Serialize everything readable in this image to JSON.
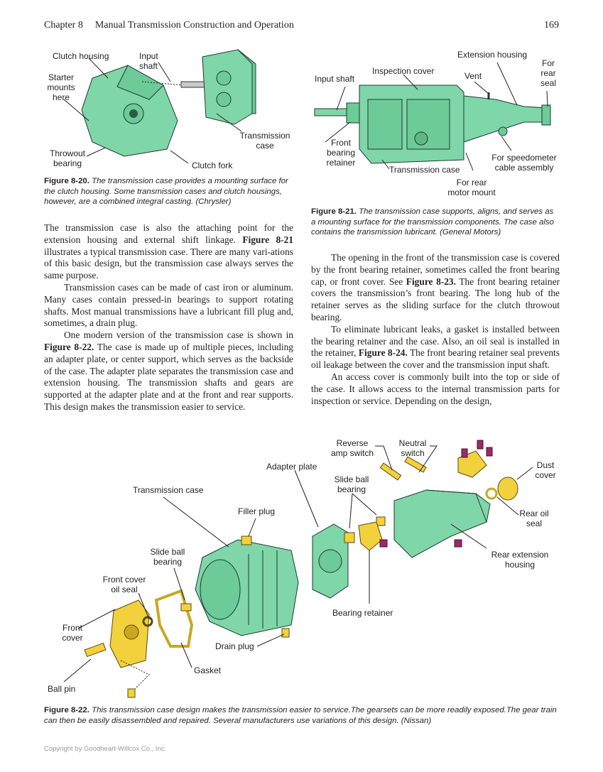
{
  "header": {
    "chapter": "Chapter 8",
    "title": "Manual Transmission Construction and Operation",
    "page": "169"
  },
  "fig20": {
    "labels": {
      "clutch_housing": "Clutch housing",
      "input_shaft": "Input\nshaft",
      "starter": "Starter\nmounts\nhere",
      "transmission_case": "Transmission\ncase",
      "throwout": "Throwout\nbearing",
      "clutch_fork": "Clutch fork"
    },
    "caption_num": "Figure 8-20.",
    "caption_text": "The transmission case provides a mounting surface for the clutch housing. Some transmission cases and clutch housings, however, are a combined integral casting. (Chrysler)"
  },
  "fig21": {
    "labels": {
      "extension_housing": "Extension housing",
      "for_rear_seal": "For\nrear\nseal",
      "inspection_cover": "Inspection cover",
      "vent": "Vent",
      "input_shaft": "Input shaft",
      "front_bearing_retainer": "Front\nbearing\nretainer",
      "for_speedometer": "For speedometer\ncable assembly",
      "transmission_case": "Transmission case",
      "for_rear_motor_mount": "For rear\nmotor mount"
    },
    "caption_num": "Figure 8-21.",
    "caption_text": "The transmission case supports, aligns, and serves as a mounting surface for the transmission components. The case also contains the transmission lubricant. (General Motors)"
  },
  "left_col": {
    "p1_a": "The transmission case is also the attaching point for the extension housing and external shift linkage. ",
    "p1_fig": "Figure 8-21",
    "p1_b": " illustrates a typical transmission case. There are many vari-ations of this basic design, but the transmission case always serves the same purpose.",
    "p2": "Transmission cases can be made of cast iron or aluminum. Many cases contain pressed-in bearings to support rotating shafts. Most manual transmissions have a lubricant fill plug and, sometimes, a drain plug.",
    "p3_a": "One modern version of the transmission case is shown in ",
    "p3_fig": "Figure 8-22.",
    "p3_b": " The case is made up of multiple pieces, including an adapter plate, or center support, which serves as the backside of the case. The adapter plate separates the transmission case and extension housing. The transmission shafts and gears are supported at the adapter plate and at the front and rear supports. This design makes the transmission easier to service."
  },
  "right_col": {
    "p1_a": "The opening in the front of the transmission case is covered by the front bearing retainer, sometimes called the front bearing cap, or front cover. See ",
    "p1_fig": "Figure 8-23.",
    "p1_b": " The front bearing retainer covers the transmission’s front bearing. The long hub of the retainer serves as the sliding surface for the clutch throwout bearing.",
    "p2_a": "To eliminate lubricant leaks, a gasket is installed between the bearing retainer and the case. Also, an oil seal is installed in the retainer, ",
    "p2_fig": "Figure 8-24.",
    "p2_b": " The front bearing retainer seal prevents oil leakage between the cover and the transmission input shaft.",
    "p3": "An access cover is commonly built into the top or side of the case. It allows access to the internal transmission parts for inspection or service. Depending on the design,"
  },
  "fig22": {
    "labels": {
      "reverse_amp_switch": "Reverse\namp switch",
      "neutral_switch": "Neutral\nswitch",
      "dust_cover": "Dust\ncover",
      "adapter_plate": "Adapter plate",
      "slide_ball_bearing_top": "Slide ball\nbearing",
      "transmission_case": "Transmission case",
      "filler_plug": "Filler plug",
      "rear_oil_seal": "Rear oil\nseal",
      "slide_ball_bearing_left": "Slide ball\nbearing",
      "rear_extension_housing": "Rear extension\nhousing",
      "front_cover_oil_seal": "Front cover\noil seal",
      "bearing_retainer": "Bearing retainer",
      "front_cover": "Front\ncover",
      "drain_plug": "Drain plug",
      "gasket": "Gasket",
      "ball_pin": "Ball pin"
    },
    "caption_num": "Figure 8-22.",
    "caption_text": "This transmission case design makes the transmission easier to service.The gearsets can be more readily exposed.The gear train can then be easily disassembled and repaired. Several manufacturers use variations of this design. (Nissan)"
  },
  "footer": {
    "copyright": "Copyright by Goodheart-Willcox Co., Inc."
  },
  "colors": {
    "case_green": "#7fd6a8",
    "part_yellow": "#f2d13c",
    "bolt_purple": "#9a2a6a"
  }
}
